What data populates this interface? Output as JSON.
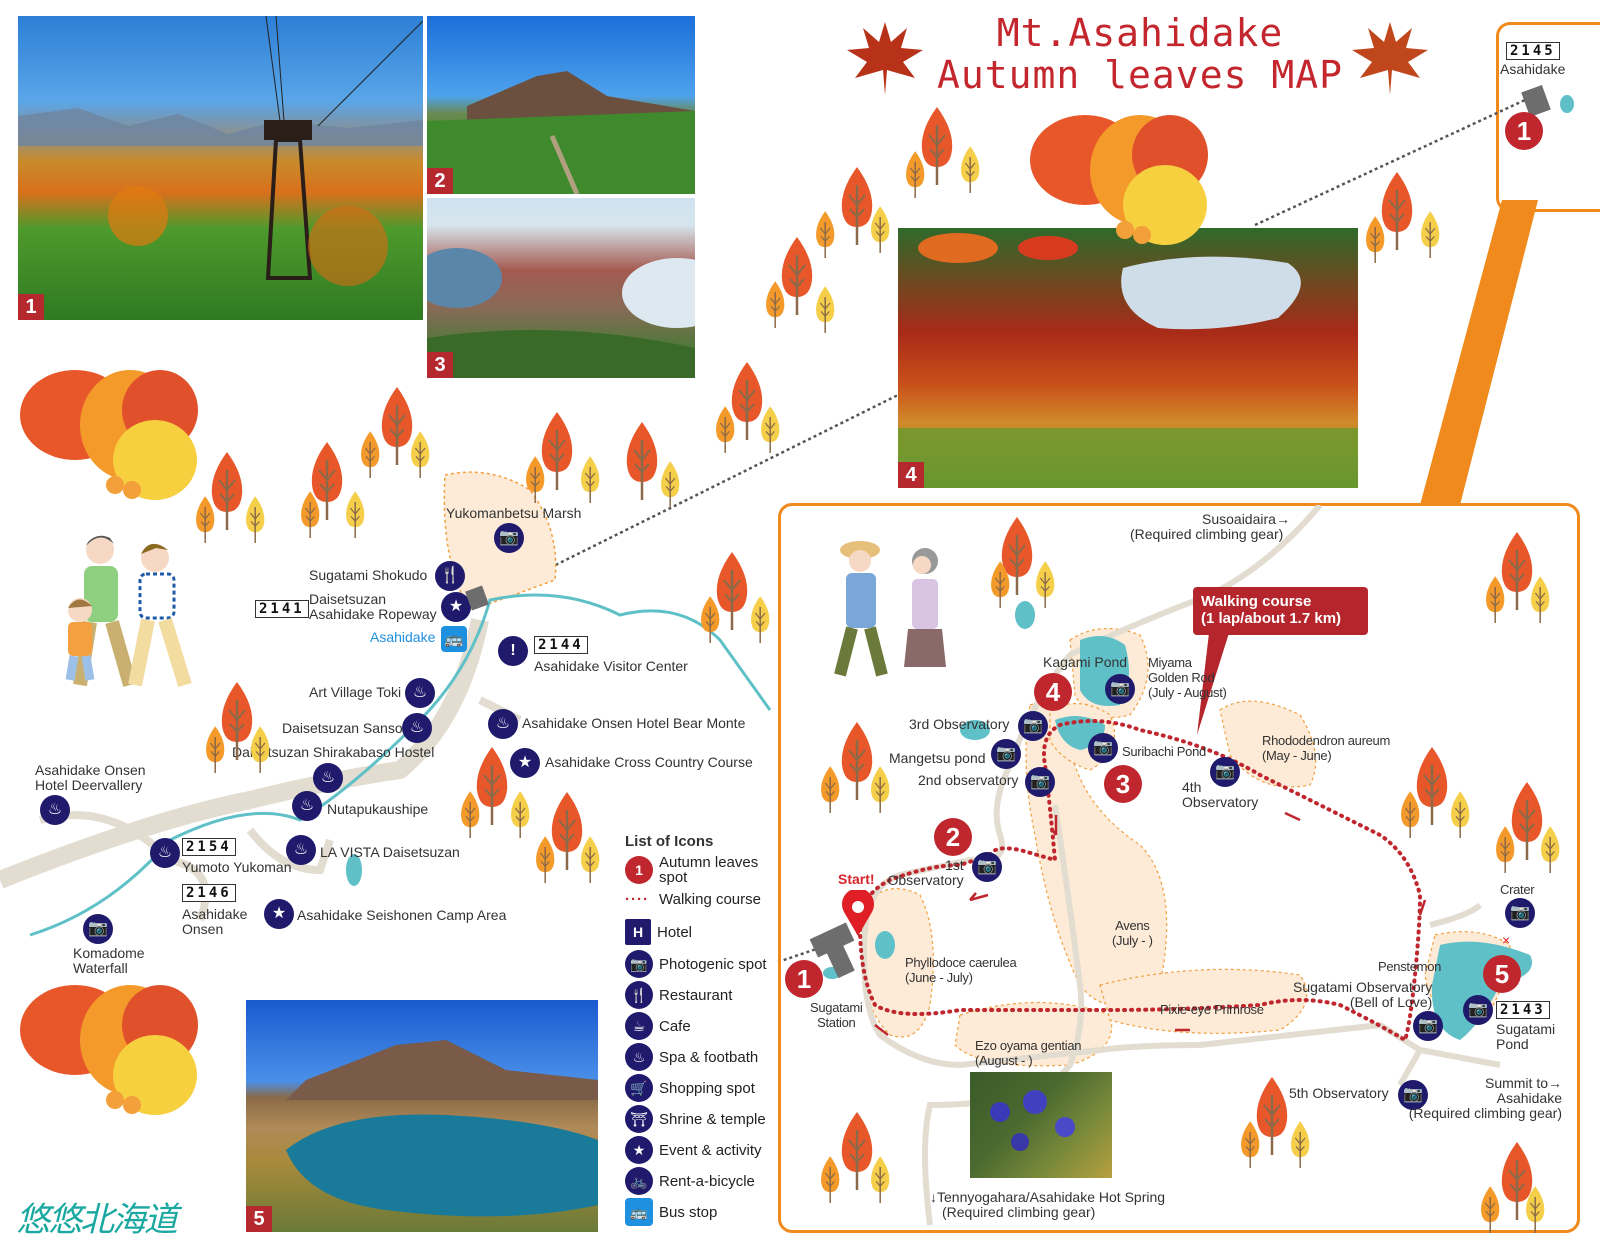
{
  "title": {
    "line1": "Mt.Asahidake",
    "line2": "Autumn leaves MAP"
  },
  "photos": [
    {
      "num": "1",
      "subject": "Ropeway tower over autumn forest"
    },
    {
      "num": "2",
      "subject": "Mt. Asahidake peak with green slopes"
    },
    {
      "num": "3",
      "subject": "Ridge between two ponds"
    },
    {
      "num": "4",
      "subject": "Pond surrounded by red autumn leaves"
    },
    {
      "num": "5",
      "subject": "Sugatami Pond with Mt. Asahidake"
    }
  ],
  "colors": {
    "accent_red": "#c0262d",
    "icon_navy": "#1f1a6b",
    "frame_orange": "#f08a1c",
    "road": "#e2ddd0",
    "river": "#5fc0c8",
    "bus_blue": "#1e90e0"
  },
  "top_inset": {
    "code": "2145",
    "station": "Asahidake",
    "spot": "1"
  },
  "left_map": {
    "places": [
      {
        "name": "Yukomanbetsu Marsh",
        "icon": "camera-icon"
      },
      {
        "name": "Sugatami Shokudo",
        "icon": "restaurant-icon"
      },
      {
        "name": "Daisetsuzan Asahidake Ropeway",
        "line1": "Daisetsuzan",
        "line2": "Asahidake Ropeway",
        "code": "2141",
        "icon": "star-icon"
      },
      {
        "name": "Asahidake",
        "icon": "bus-icon"
      },
      {
        "name": "Asahidake Visitor Center",
        "code": "2144",
        "icon": "info-icon"
      },
      {
        "name": "Art Village Toki",
        "icon": "spa-icon"
      },
      {
        "name": "Daisetsuzan Sanso",
        "icon": "spa-icon"
      },
      {
        "name": "Asahidake Onsen Hotel Bear Monte",
        "icon": "spa-icon"
      },
      {
        "name": "Daisetsuzan Shirakabaso Hostel",
        "icon": "spa-icon"
      },
      {
        "name": "Asahidake Cross Country Course",
        "icon": "star-icon"
      },
      {
        "name": "Nutapukaushipe",
        "icon": "spa-icon"
      },
      {
        "line1": "Asahidake Onsen",
        "line2": "Hotel Deervallery",
        "icon": "spa-icon"
      },
      {
        "name": "Yumoto Yukoman",
        "code": "2154",
        "icon": "spa-icon"
      },
      {
        "name": "LA VISTA Daisetsuzan",
        "icon": "spa-icon"
      },
      {
        "line1": "Asahidake",
        "line2": "Onsen",
        "code": "2146"
      },
      {
        "name": "Asahidake Seishonen Camp Area",
        "icon": "star-icon"
      },
      {
        "line1": "Komadome",
        "line2": "Waterfall",
        "icon": "camera-icon"
      }
    ]
  },
  "legend": {
    "title": "List of Icons",
    "items": [
      {
        "label1": "Autumn leaves",
        "label2": "spot",
        "icon": "1"
      },
      {
        "label1": "Walking course",
        "icon": "····"
      },
      {
        "label1": "Hotel",
        "icon": "H"
      },
      {
        "label1": "Photogenic spot",
        "icon": "📷"
      },
      {
        "label1": "Restaurant",
        "icon": "🍴"
      },
      {
        "label1": "Cafe",
        "icon": "☕"
      },
      {
        "label1": "Spa & footbath",
        "icon": "♨"
      },
      {
        "label1": "Shopping spot",
        "icon": "🛒"
      },
      {
        "label1": "Shrine & temple",
        "icon": "⛩"
      },
      {
        "label1": "Event & activity",
        "icon": "★"
      },
      {
        "label1": "Rent-a-bicycle",
        "icon": "🚲"
      },
      {
        "label1": "Bus stop",
        "icon": "🚌"
      }
    ]
  },
  "course_map": {
    "callout": {
      "line1": "Walking course",
      "line2": "(1 lap/about 1.7 km)"
    },
    "start_label": "Start!",
    "labels": {
      "susoaidaira1": "Susoaidaira→",
      "susoaidaira2": "(Required climbing gear)",
      "kagami": "Kagami Pond",
      "miyama1": "Miyama",
      "miyama2": "Golden Rod",
      "miyama3": "(July - August)",
      "obs3": "3rd Observatory",
      "mangetsu": "Mangetsu pond",
      "obs2": "2nd observatory",
      "suribachi": "Suribachi Pond",
      "obs4a": "4th",
      "obs4b": "Observatory",
      "rhodo1": "Rhododendron aureum",
      "rhodo2": "(May - June)",
      "obs1a": "1st",
      "obs1b": "Observatory",
      "avens1": "Avens",
      "avens2": "(July - )",
      "phyllo1": "Phyllodoce caerulea",
      "phyllo2": "(June - July)",
      "station1": "Sugatami",
      "station2": "Station",
      "ezo1": "Ezo oyama gentian",
      "ezo2": "(August - )",
      "pixie": "Pixie-eye Primrose",
      "penstemon": "Penstemon",
      "sugobs1": "Sugatami Observatory",
      "sugobs2": "(Bell of Love)",
      "crater": "Crater",
      "pond1": "Sugatami",
      "pond2": "Pond",
      "pond_code": "2143",
      "obs5": "5th Observatory",
      "summit1": "Summit to→",
      "summit2": "Asahidake",
      "summit3": "(Required climbing gear)",
      "tenny1": "↓Tennyogahara/Asahidake Hot Spring",
      "tenny2": "(Required climbing gear)"
    },
    "spots": [
      "1",
      "2",
      "3",
      "4",
      "5"
    ]
  },
  "logo": {
    "text": "悠悠北海道"
  }
}
